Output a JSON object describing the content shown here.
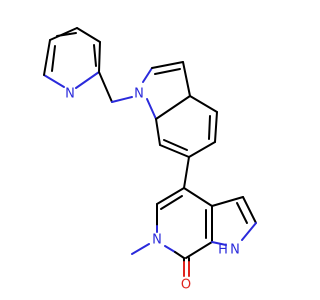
{
  "molecule": {
    "atoms": {
      "pyridine_n": "N",
      "indole_n": "N",
      "pyridinone_n": "N",
      "pyrrole_nh": "H",
      "pyrrole_n": "N",
      "carbonyl_o": "O"
    }
  },
  "colors": {
    "bond": "#000000",
    "nitrogen": "#2a2adb",
    "oxygen": "#e0241e",
    "background": "#ffffff"
  }
}
